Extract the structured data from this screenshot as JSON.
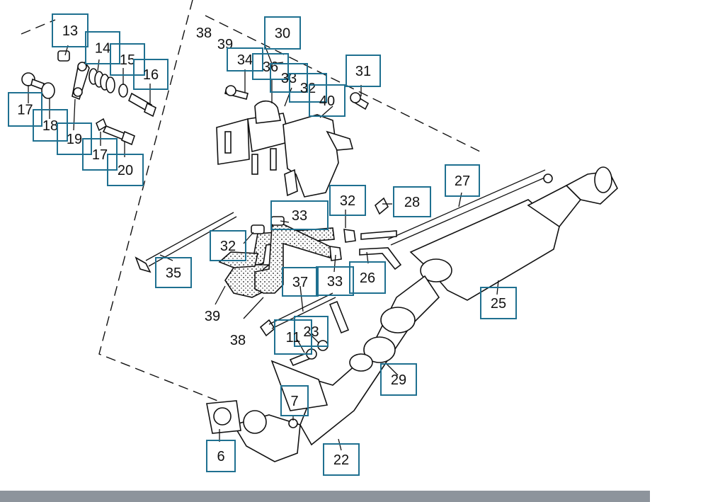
{
  "labels": [
    {
      "id": "13",
      "text": "13",
      "boxed": true
    },
    {
      "id": "14",
      "text": "14",
      "boxed": true
    },
    {
      "id": "15",
      "text": "15",
      "boxed": true
    },
    {
      "id": "16",
      "text": "16",
      "boxed": true
    },
    {
      "id": "17a",
      "text": "17",
      "boxed": true
    },
    {
      "id": "18",
      "text": "18",
      "boxed": true
    },
    {
      "id": "19",
      "text": "19",
      "boxed": true
    },
    {
      "id": "17b",
      "text": "17",
      "boxed": true
    },
    {
      "id": "20",
      "text": "20",
      "boxed": true
    },
    {
      "id": "38top",
      "text": "38",
      "boxed": false
    },
    {
      "id": "39top",
      "text": "39",
      "boxed": false
    },
    {
      "id": "30",
      "text": "30",
      "boxed": true
    },
    {
      "id": "34",
      "text": "34",
      "boxed": true
    },
    {
      "id": "36",
      "text": "36",
      "boxed": true
    },
    {
      "id": "33top",
      "text": "33",
      "boxed": true
    },
    {
      "id": "32top",
      "text": "32",
      "boxed": true
    },
    {
      "id": "40",
      "text": "40",
      "boxed": true
    },
    {
      "id": "31",
      "text": "31",
      "boxed": true
    },
    {
      "id": "27",
      "text": "27",
      "boxed": true
    },
    {
      "id": "32mid",
      "text": "32",
      "boxed": true
    },
    {
      "id": "28",
      "text": "28",
      "boxed": true
    },
    {
      "id": "33mid",
      "text": "33",
      "boxed": true
    },
    {
      "id": "32left",
      "text": "32",
      "boxed": true
    },
    {
      "id": "35",
      "text": "35",
      "boxed": true
    },
    {
      "id": "37",
      "text": "37",
      "boxed": true
    },
    {
      "id": "33low",
      "text": "33",
      "boxed": true
    },
    {
      "id": "26",
      "text": "26",
      "boxed": true
    },
    {
      "id": "25",
      "text": "25",
      "boxed": true
    },
    {
      "id": "39low",
      "text": "39",
      "boxed": false
    },
    {
      "id": "38low",
      "text": "38",
      "boxed": false
    },
    {
      "id": "23",
      "text": "23",
      "boxed": true
    },
    {
      "id": "11",
      "text": "11",
      "boxed": true
    },
    {
      "id": "29",
      "text": "29",
      "boxed": true
    },
    {
      "id": "7",
      "text": "7",
      "boxed": true
    },
    {
      "id": "6",
      "text": "6",
      "boxed": true
    },
    {
      "id": "22",
      "text": "22",
      "boxed": true
    }
  ],
  "colors": {
    "box_stroke": "#1f7090",
    "ink": "#111111",
    "bar": "#8d949c"
  }
}
